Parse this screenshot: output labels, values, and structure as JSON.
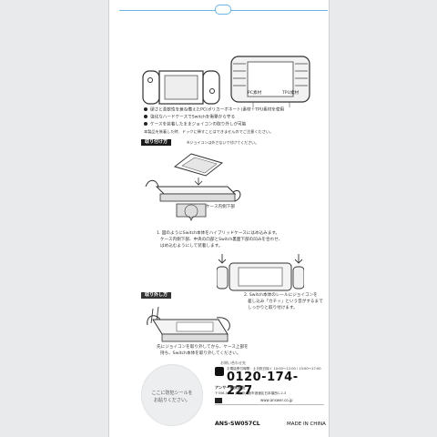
{
  "packaging": {
    "annotations": {
      "pc_material": "PC素材",
      "tpu_material": "TPU素材",
      "case_rear_bottom": "ケース内側下部"
    },
    "features": [
      "硬さと柔軟性を兼ね備えたPC(ポリカーボネート)素材＋TPU素材を使用",
      "強化なハードケースでSwitchを衝撃から守る",
      "ケースを装着したままジョイコンの取り外しが可能"
    ],
    "note": "本製品を装着した時、ドックに挿すことはできませんのでご注意ください。",
    "section_attach": "取り付け方",
    "attach_caption": "※ジョイコンは外さないで付けてください。",
    "step1": [
      "1. 図のようにSwitch本体をハイブリッドケースにはめ込みます。",
      "ケース内側下部、中央の凸部とSwitch裏面下部の凹みを合わせ、",
      "はめ込むようにして装着します。"
    ],
    "step2": [
      "2. Switch本体のレールにジョイコンを",
      "差し込み「カチッ」という音がするまで",
      "しっかりと取り付けます。"
    ],
    "section_remove": "取り外し方",
    "remove_text": [
      "先にジョイコンを取り外してから、ケース上部を",
      "持ち、Switch本体を取り外してください。"
    ],
    "seal": {
      "line1": "ここに防犯シールを",
      "line2": "お貼りください。"
    },
    "support": {
      "header": "お問い合わせ先",
      "hours_line": "お電話受付時間：土日祝日除く 10:00〜12:00 / 13:00〜17:00",
      "phone": "0120-174-227",
      "company": "アンサー株式会社",
      "address": "〒556-0004 大阪府大阪市浪速区日本橋西1-2-3",
      "web": "www.answer.co.jp"
    },
    "footer": {
      "model": "ANS-SW057CL",
      "made_in": "MADE IN CHINA"
    }
  }
}
